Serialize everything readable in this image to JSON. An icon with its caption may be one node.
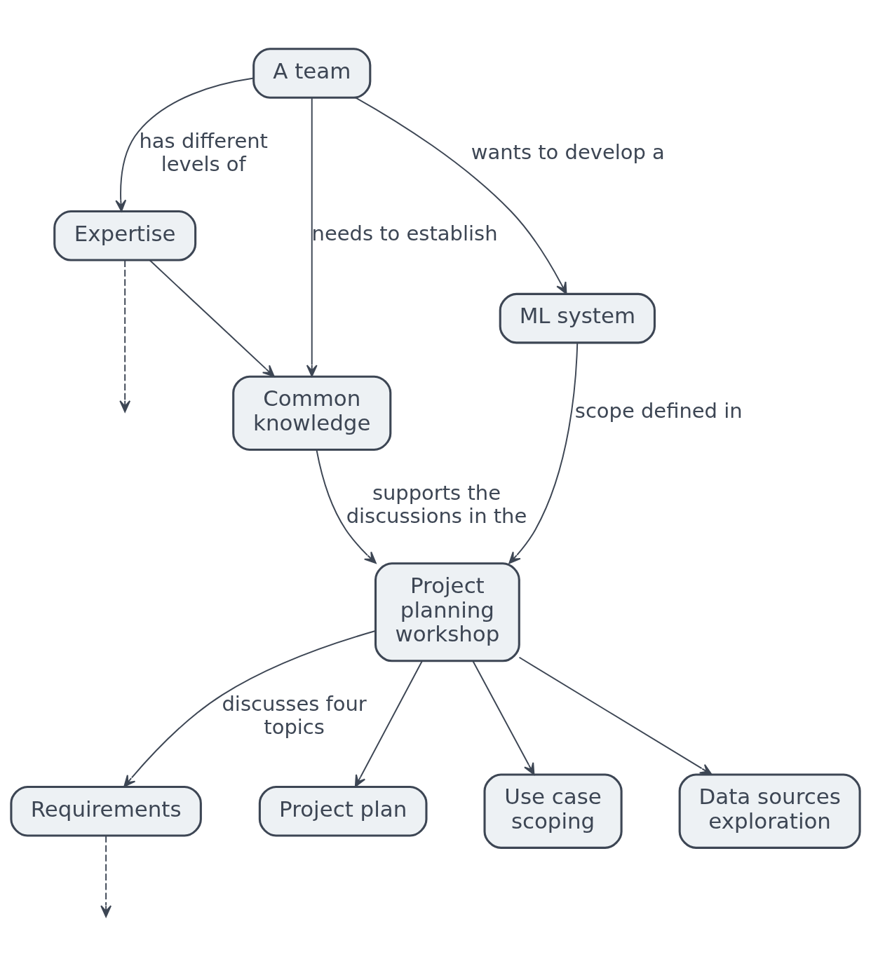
{
  "diagram": {
    "nodes": [
      {
        "text": [
          "A team"
        ]
      },
      {
        "text": [
          "Expertise"
        ]
      },
      {
        "text": [
          "Common knowledge"
        ]
      },
      {
        "text": [
          "Project planning workshop"
        ]
      },
      {
        "text": [
          "ML system"
        ]
      },
      {
        "text": [
          "Requirements"
        ]
      },
      {
        "text": [
          "Project plan"
        ]
      },
      {
        "text": [
          "Use case scoping"
        ]
      },
      {
        "text": [
          "Data sources exploration"
        ]
      }
    ],
    "edges": [
      {
        "from": 0,
        "to": 1,
        "label": "has different levels of",
        "arrow": "to"
      },
      {
        "from": 0,
        "to": 2,
        "label": "needs to establish",
        "arrow": "to"
      },
      {
        "from": 1,
        "to": 2,
        "arrow": "to"
      },
      {
        "from": 1,
        "to": null,
        "arrow": "to",
        "style": "dashed"
      },
      {
        "from": 2,
        "to": 3,
        "label": "supports the discussions in the",
        "arrow": "to"
      },
      {
        "from": 0,
        "to": 4,
        "label": "wants to develop a",
        "arrow": "to"
      },
      {
        "from": 4,
        "to": 3,
        "label": "scope defined in",
        "arrow": "to"
      },
      {
        "from": 3,
        "to": 5,
        "label": "discusses four topics",
        "arrow": "to"
      },
      {
        "from": 3,
        "to": 6,
        "arrow": "to"
      },
      {
        "from": 3,
        "to": 7,
        "arrow": "to"
      },
      {
        "from": 3,
        "to": 8,
        "arrow": "to"
      },
      {
        "from": 5,
        "to": null,
        "arrow": "to",
        "style": "dashed"
      }
    ]
  }
}
